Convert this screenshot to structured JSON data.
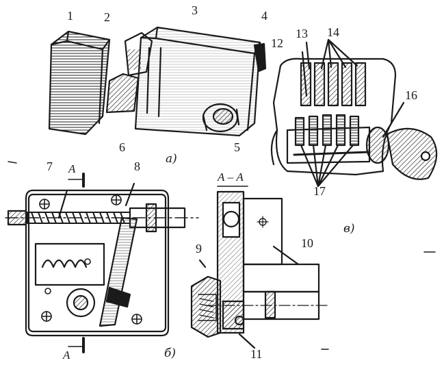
{
  "figure": {
    "callouts": [
      "1",
      "2",
      "3",
      "4",
      "5",
      "6",
      "7",
      "8",
      "9",
      "10",
      "11",
      "12",
      "13",
      "14",
      "16",
      "17"
    ],
    "view_labels": {
      "a": "а)",
      "b": "б)",
      "c": "в)"
    },
    "section": {
      "title": "А – А",
      "mark_top": "А",
      "mark_bottom": "А"
    }
  },
  "colors": {
    "ink": "#1a1a1a",
    "paper": "#ffffff",
    "hatch": "#2a2a2a"
  }
}
